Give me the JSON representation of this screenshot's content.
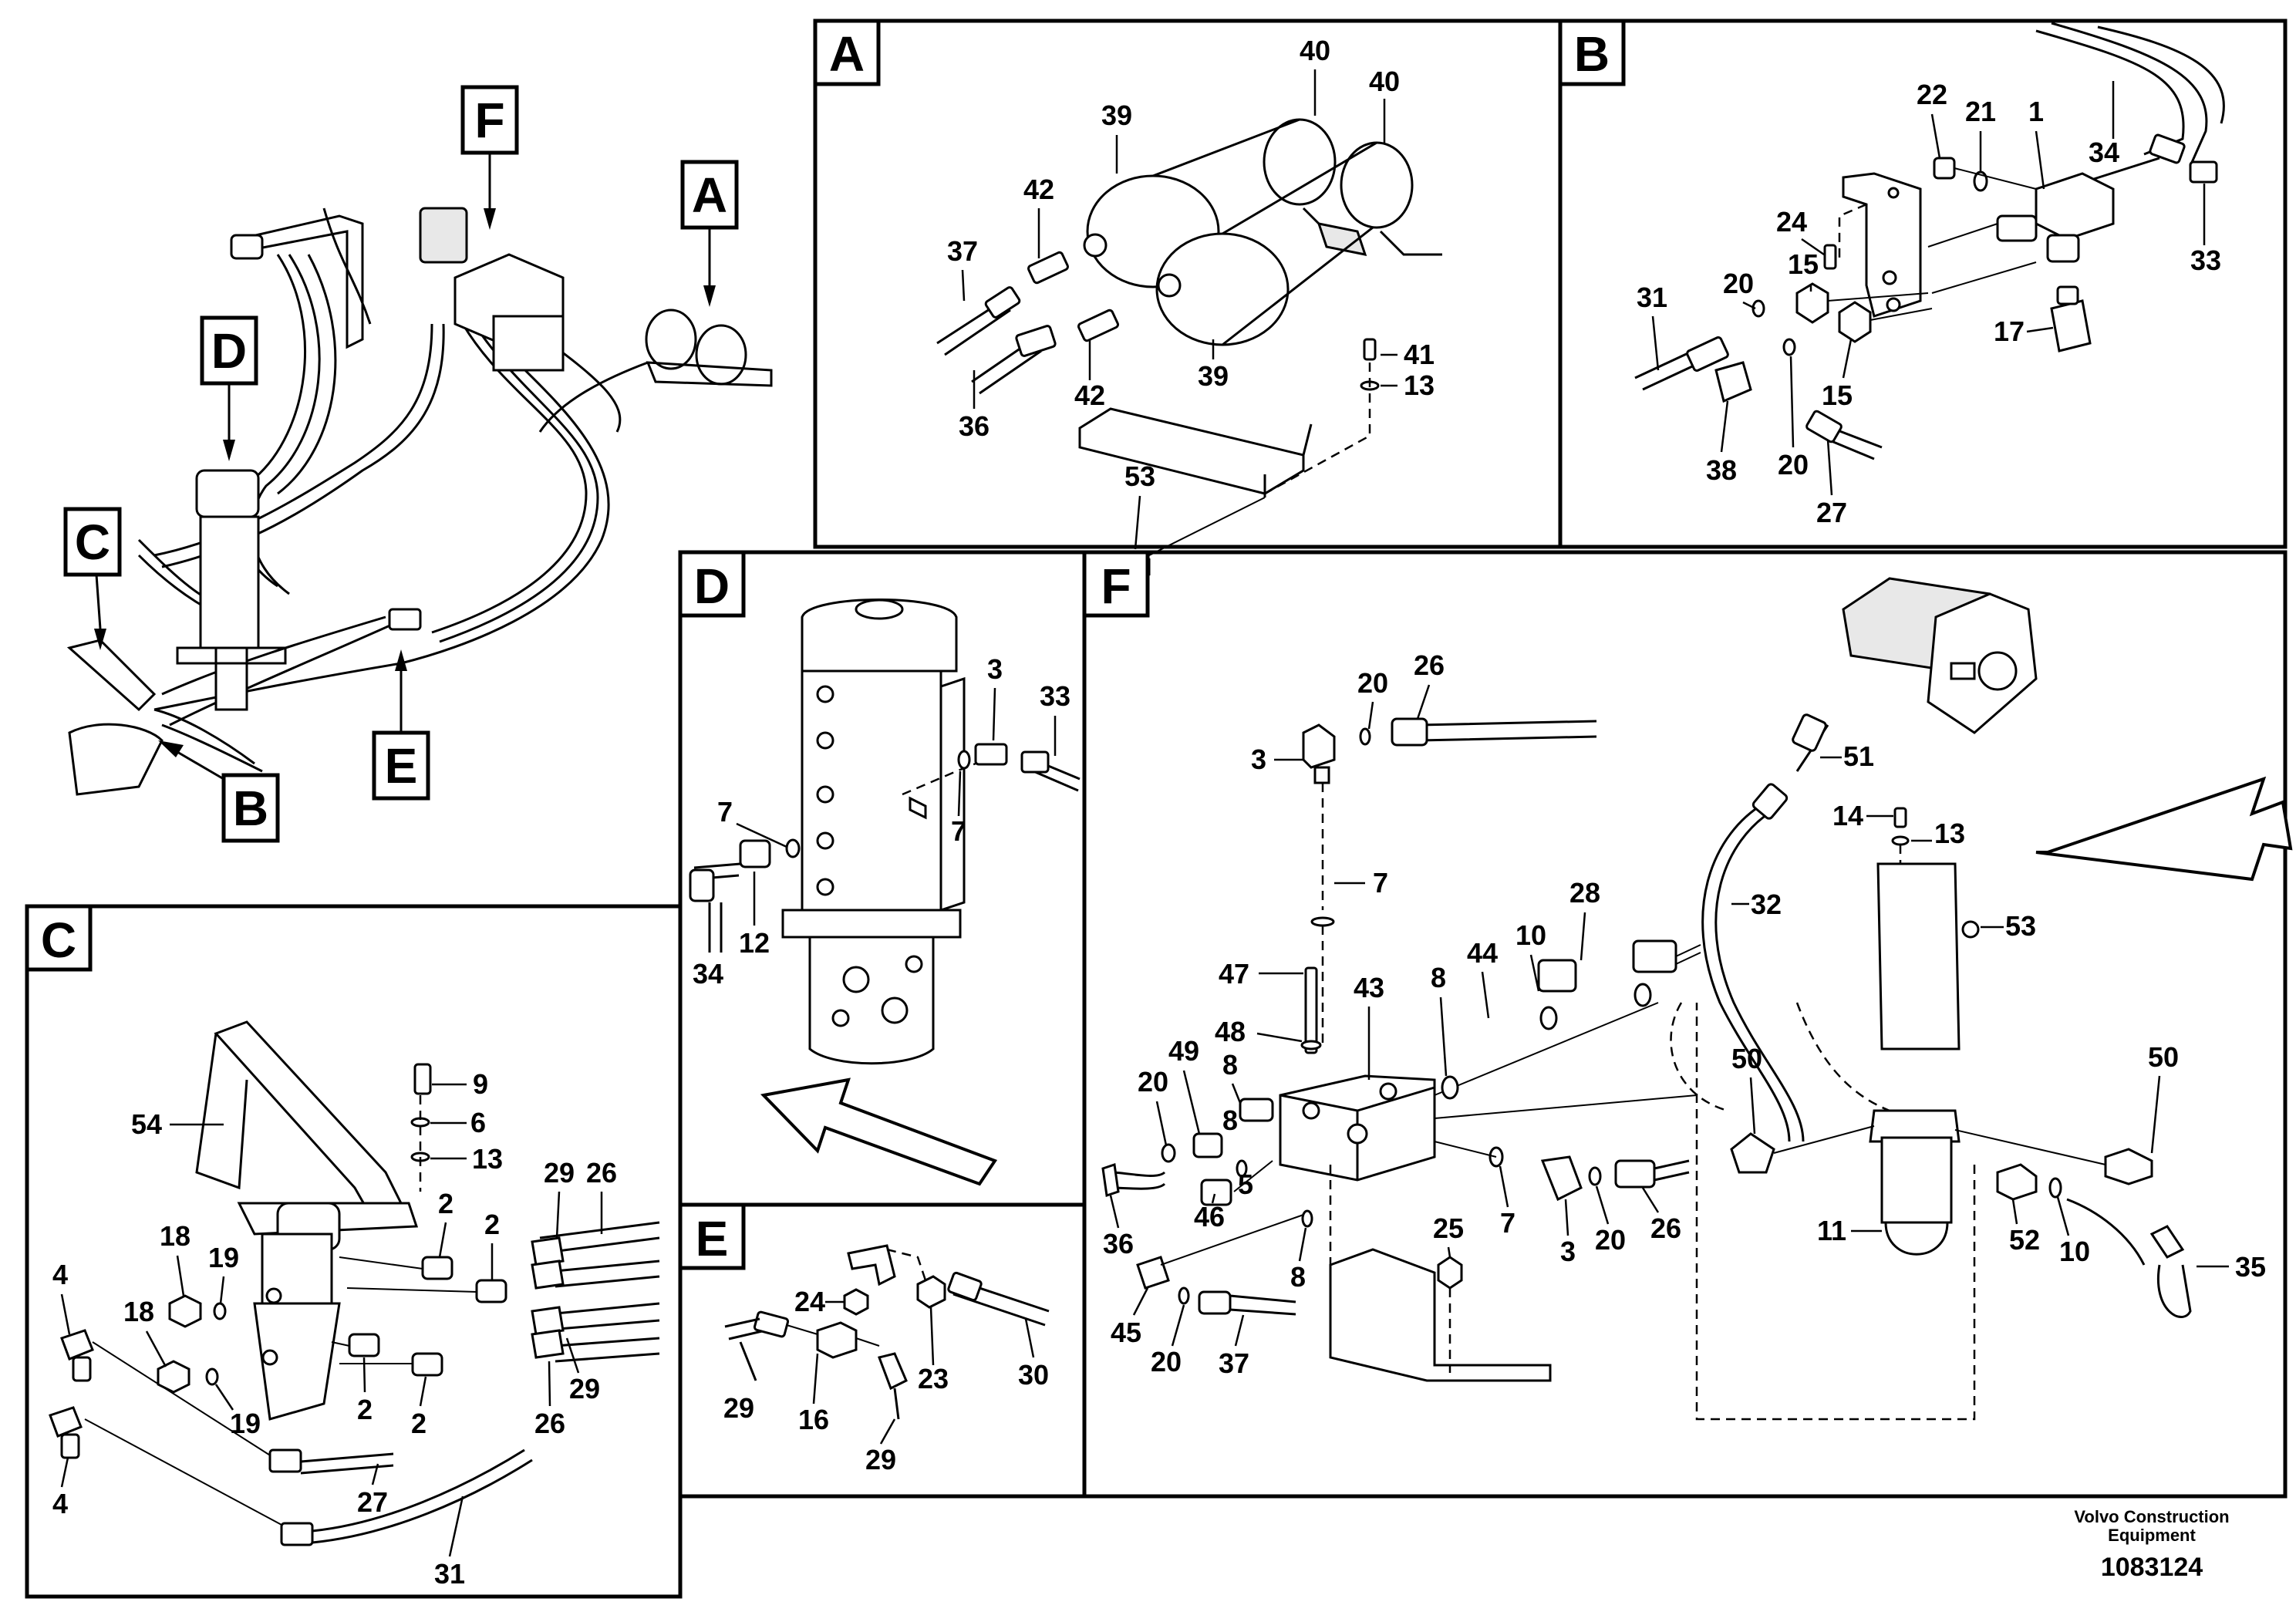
{
  "overview": {
    "labels": {
      "F": "F",
      "A": "A",
      "D": "D",
      "C": "C",
      "B": "B",
      "E": "E"
    }
  },
  "panels": {
    "A": {
      "letter": "A",
      "callouts": {
        "c40a": "40",
        "c40b": "40",
        "c39a": "39",
        "c39b": "39",
        "c42a": "42",
        "c42b": "42",
        "c37": "37",
        "c36": "36",
        "c41": "41",
        "c13": "13",
        "c53": "53"
      }
    },
    "B": {
      "letter": "B",
      "callouts": {
        "c22": "22",
        "c21": "21",
        "c1": "1",
        "c34": "34",
        "c33": "33",
        "c24": "24",
        "c15a": "15",
        "c15b": "15",
        "c20a": "20",
        "c20b": "20",
        "c31": "31",
        "c17": "17",
        "c38": "38",
        "c27": "27"
      }
    },
    "C": {
      "letter": "C",
      "callouts": {
        "c9": "9",
        "c6": "6",
        "c13": "13",
        "c54": "54",
        "c29a": "29",
        "c29b": "29",
        "c26a": "26",
        "c26b": "26",
        "c2a": "2",
        "c2b": "2",
        "c2c": "2",
        "c2d": "2",
        "c18a": "18",
        "c18b": "18",
        "c19a": "19",
        "c19b": "19",
        "c4a": "4",
        "c4b": "4",
        "c27": "27",
        "c31": "31"
      }
    },
    "D": {
      "letter": "D",
      "callouts": {
        "c3": "3",
        "c33": "33",
        "c7a": "7",
        "c7b": "7",
        "c34": "34",
        "c12": "12"
      }
    },
    "E": {
      "letter": "E",
      "callouts": {
        "c24": "24",
        "c30": "30",
        "c23": "23",
        "c29a": "29",
        "c16": "16",
        "c29b": "29"
      }
    },
    "F": {
      "letter": "F",
      "callouts": {
        "c20a": "20",
        "c26a": "26",
        "c3a": "3",
        "c7a": "7",
        "c51": "51",
        "c14": "14",
        "c13": "13",
        "c32": "32",
        "c53": "53",
        "c28": "28",
        "c10a": "10",
        "c44": "44",
        "c8a": "8",
        "c47": "47",
        "c43": "43",
        "c48": "48",
        "c49": "49",
        "c8b": "8",
        "c20b": "20",
        "c8c": "8",
        "c5": "5",
        "c46": "46",
        "c36": "36",
        "c45": "45",
        "c20c": "20",
        "c37": "37",
        "c8d": "8",
        "c25": "25",
        "c7b": "7",
        "c3b": "3",
        "c20d": "20",
        "c26b": "26",
        "c50a": "50",
        "c50b": "50",
        "c11": "11",
        "c52": "52",
        "c10b": "10",
        "c35": "35"
      }
    }
  },
  "footer": {
    "company_line1": "Volvo Construction",
    "company_line2": "Equipment",
    "doc_number": "1083124"
  }
}
